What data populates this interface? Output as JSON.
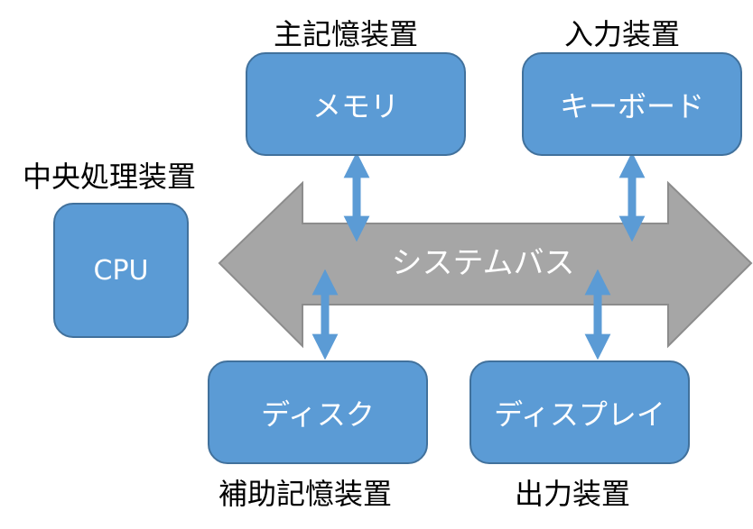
{
  "colors": {
    "box_fill": "#5b9bd5",
    "box_border": "#41719c",
    "bus_fill": "#a6a6a6",
    "bus_border": "#8c8c8c",
    "arrow": "#5b9bd5",
    "text": "#000000",
    "box_text": "#ffffff"
  },
  "labels": {
    "main_memory": "主記憶装置",
    "input_device": "入力装置",
    "cpu_category": "中央処理装置",
    "auxiliary_storage": "補助記憶装置",
    "output_device": "出力装置"
  },
  "boxes": {
    "memory": "メモリ",
    "keyboard": "キーボード",
    "cpu": "CPU",
    "disk": "ディスク",
    "display": "ディスプレイ"
  },
  "bus": {
    "label": "システムバス"
  }
}
